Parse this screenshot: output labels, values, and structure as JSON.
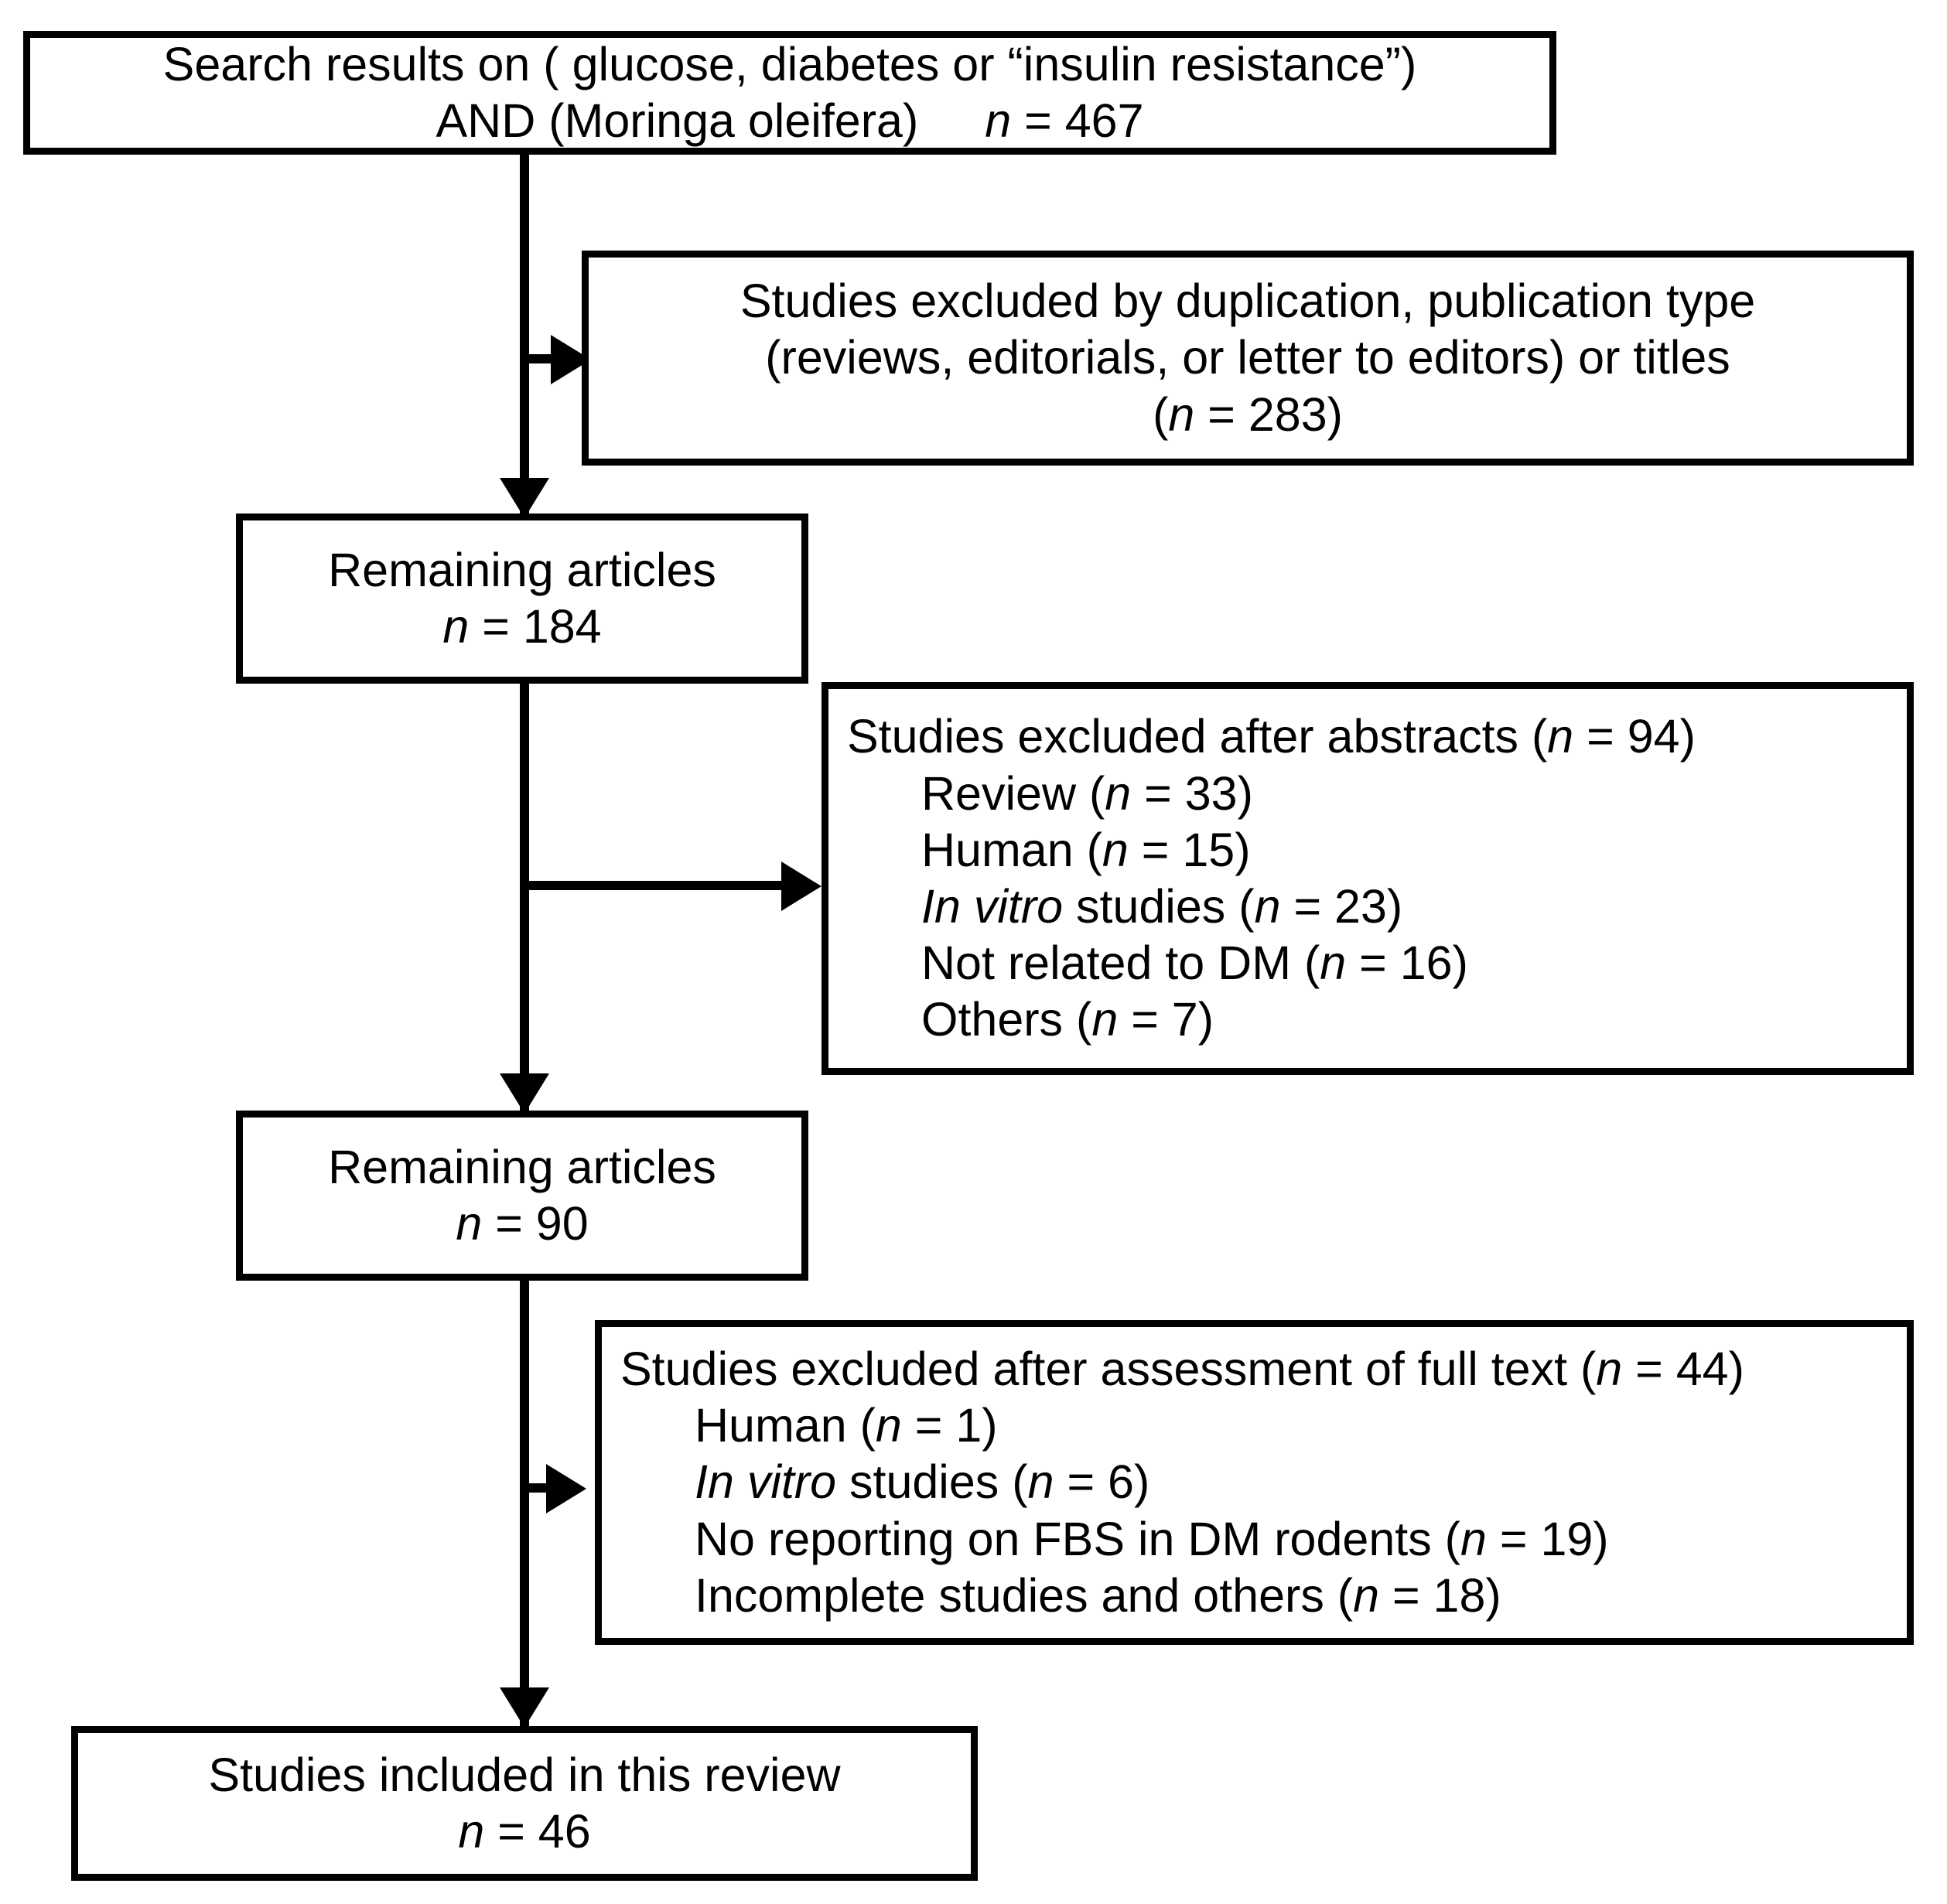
{
  "diagram": {
    "title": "PRISMA study selection flow diagram",
    "stroke_color": "#000000",
    "background_color": "#ffffff",
    "nodes": {
      "search_results": {
        "line1": "Search results on ( glucose, diabetes or “insulin resistance”)",
        "line2_a": "AND (Moringa oleifera)",
        "line2_n": "n",
        "line2_eq": " = 467"
      },
      "excluded_duplication": {
        "line1": "Studies excluded by duplication, publication type",
        "line2": "(reviews, editorials, or letter to editors) or titles",
        "line3_open": "(",
        "line3_n": "n",
        "line3_rest": " = 283)"
      },
      "remaining_184": {
        "line1": "Remaining articles",
        "line2_n": "n",
        "line2_rest": " = 184"
      },
      "excluded_abstracts": {
        "header_a": "Studies excluded after abstracts (",
        "header_n": "n",
        "header_b": " = 94)",
        "items": [
          {
            "label": "Review (",
            "n": "n",
            "tail": " = 33)",
            "italic_label": false
          },
          {
            "label": "Human (",
            "n": "n",
            "tail": " = 15)",
            "italic_label": false
          },
          {
            "label": "In vitro",
            "label2": " studies (",
            "n": "n",
            "tail": " = 23)",
            "italic_label": true
          },
          {
            "label": "Not related to DM (",
            "n": "n",
            "tail": " = 16)",
            "italic_label": false
          },
          {
            "label": "Others (",
            "n": "n",
            "tail": " = 7)",
            "italic_label": false
          }
        ]
      },
      "remaining_90": {
        "line1": "Remaining articles",
        "line2_n": "n",
        "line2_rest": " = 90"
      },
      "excluded_fulltext": {
        "header_a": "Studies excluded after assessment of full text (",
        "header_n": "n",
        "header_b": " = 44)",
        "items": [
          {
            "label": "Human (",
            "n": "n",
            "tail": " = 1)",
            "italic_label": false
          },
          {
            "label": "In vitro",
            "label2": " studies (",
            "n": "n",
            "tail": " = 6)",
            "italic_label": true
          },
          {
            "label": "No reporting on FBS in DM rodents (",
            "n": "n",
            "tail": " = 19)",
            "italic_label": false
          },
          {
            "label": "Incomplete studies and others (",
            "n": "n",
            "tail": " = 18)",
            "italic_label": false
          }
        ]
      },
      "included": {
        "line1": "Studies included in this review",
        "line2_n": "n",
        "line2_rest": " = 46"
      }
    },
    "flow_counts": {
      "search_results_n": 467,
      "excluded_by_duplication_n": 283,
      "remaining_after_duplication_n": 184,
      "excluded_after_abstracts_n": 94,
      "excluded_after_abstracts_breakdown": {
        "review": 33,
        "human": 15,
        "in_vitro_studies": 23,
        "not_related_to_dm": 16,
        "others": 7
      },
      "remaining_after_abstracts_n": 90,
      "excluded_after_full_text_n": 44,
      "excluded_after_full_text_breakdown": {
        "human": 1,
        "in_vitro_studies": 6,
        "no_reporting_on_fbs_in_dm_rodents": 19,
        "incomplete_studies_and_others": 18
      },
      "included_in_review_n": 46
    }
  }
}
